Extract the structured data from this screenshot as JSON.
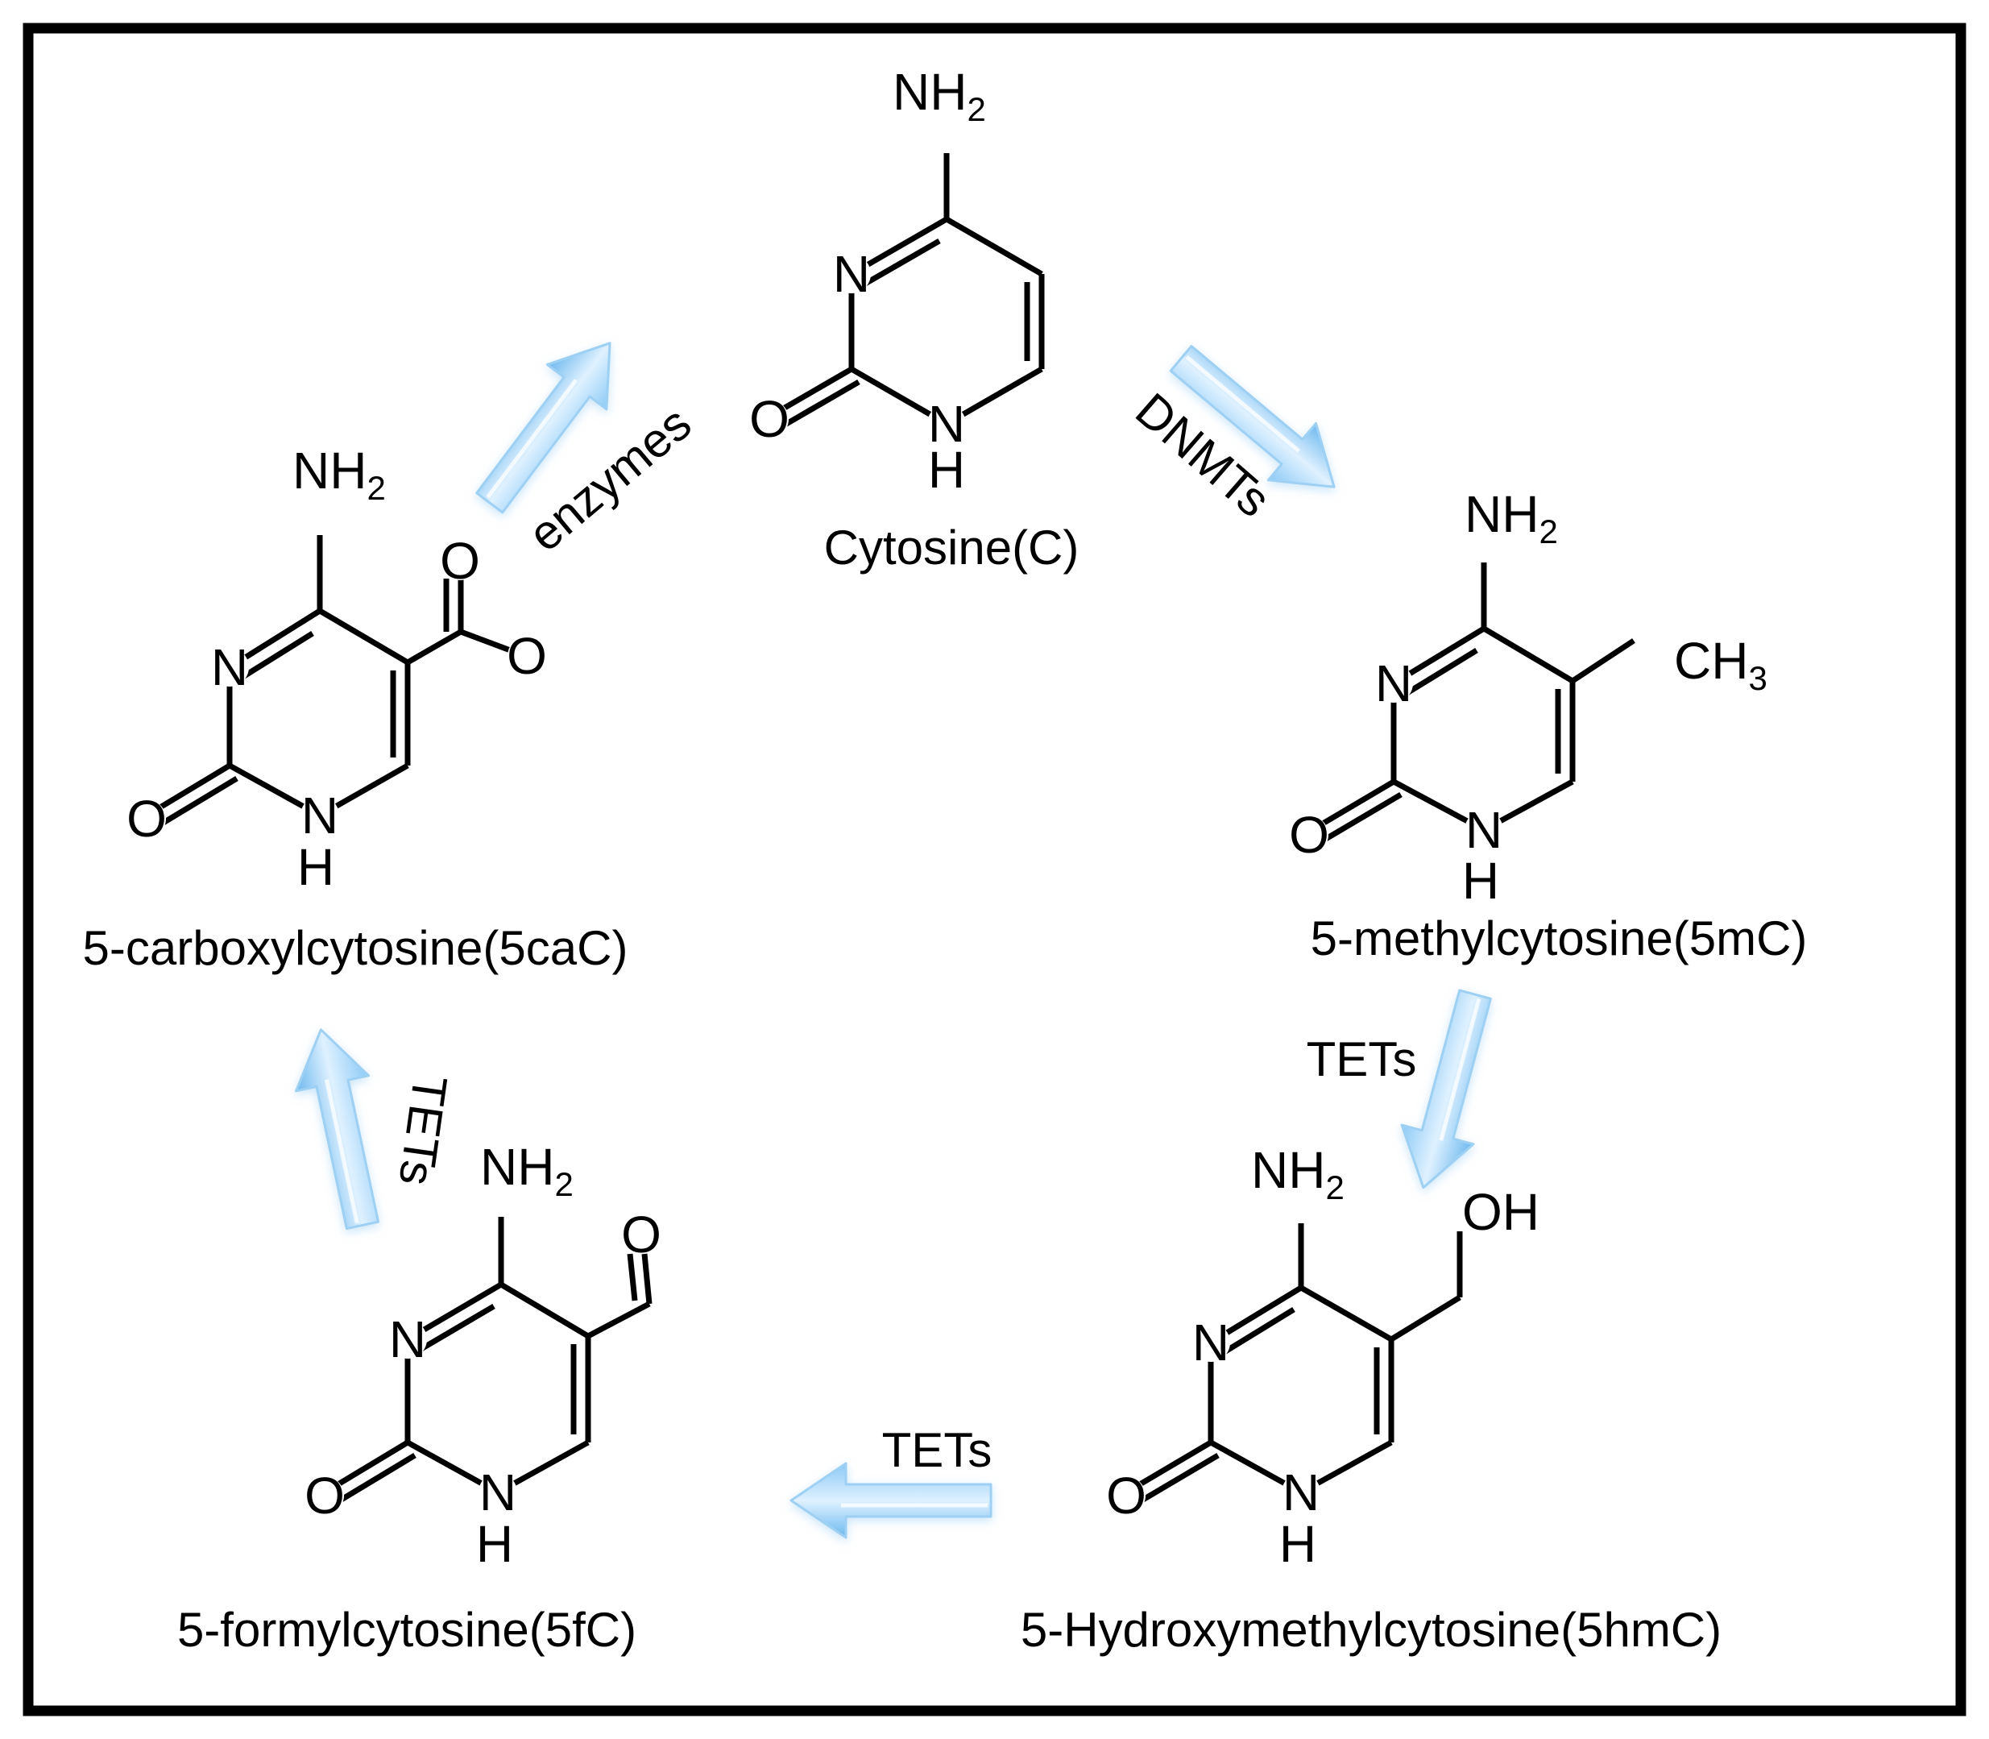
{
  "atoms": {
    "N": "N",
    "O": "O",
    "H": "H",
    "NH": "NH",
    "CH": "CH",
    "OH": "OH",
    "sub2": "2",
    "sub3": "3"
  },
  "molecules": {
    "cytosine": "Cytosine(C)",
    "methyl": "5-methylcytosine(5mC)",
    "hydroxymethyl": "5-Hydroxymethylcytosine(5hmC)",
    "formyl": "5-formylcytosine(5fC)",
    "carboxyl": "5-carboxylcytosine(5caC)"
  },
  "enzymes": {
    "c_to_5mc": "DNMTs",
    "5mc_to_5hmc": "TETs",
    "5hmc_to_5fc": "TETs",
    "5fc_to_5cac": "TETs",
    "5cac_to_c": "enzymes"
  },
  "colors": {
    "border": "#000000",
    "arrow_light": "#dff1ff",
    "arrow_mid": "#a9d8fb",
    "arrow_dark": "#6cb8ee"
  }
}
